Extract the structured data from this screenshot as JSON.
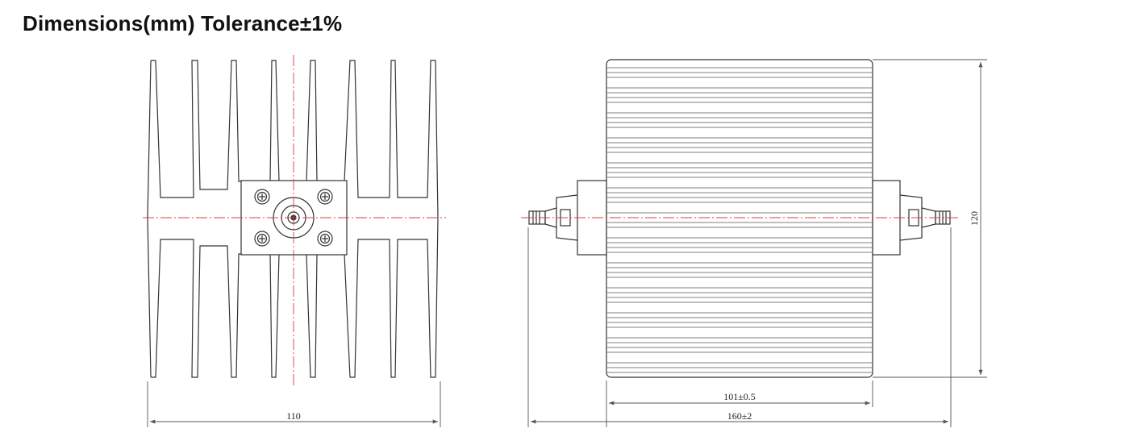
{
  "header": {
    "title": "Dimensions(mm) Tolerance±1%"
  },
  "front_view": {
    "width_label": "110"
  },
  "side_view": {
    "body_length_label": "101±0.5",
    "total_length_label": "160±2",
    "height_label": "120"
  },
  "colors": {
    "line": "#333333",
    "centerline": "#d04040",
    "dim_line": "#555555"
  }
}
